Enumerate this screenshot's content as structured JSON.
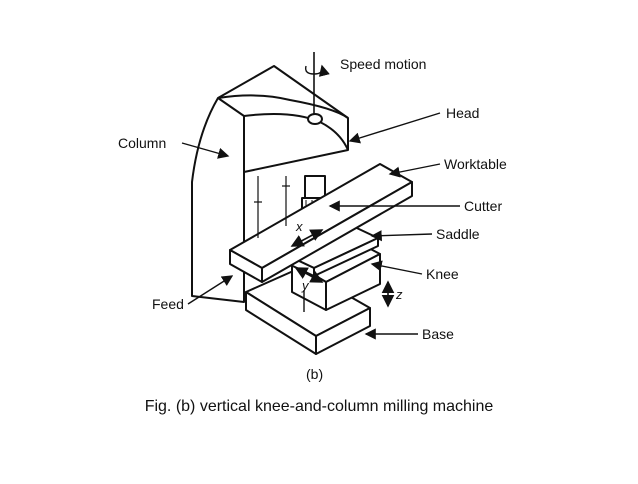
{
  "labels": {
    "speed_motion": "Speed motion",
    "head": "Head",
    "column": "Column",
    "worktable": "Worktable",
    "cutter": "Cutter",
    "saddle": "Saddle",
    "knee": "Knee",
    "feed": "Feed",
    "base": "Base"
  },
  "axes": {
    "x": "x",
    "y": "y",
    "z": "z"
  },
  "subfigure_label": "(b)",
  "caption": "Fig. (b) vertical knee-and-column milling machine"
}
